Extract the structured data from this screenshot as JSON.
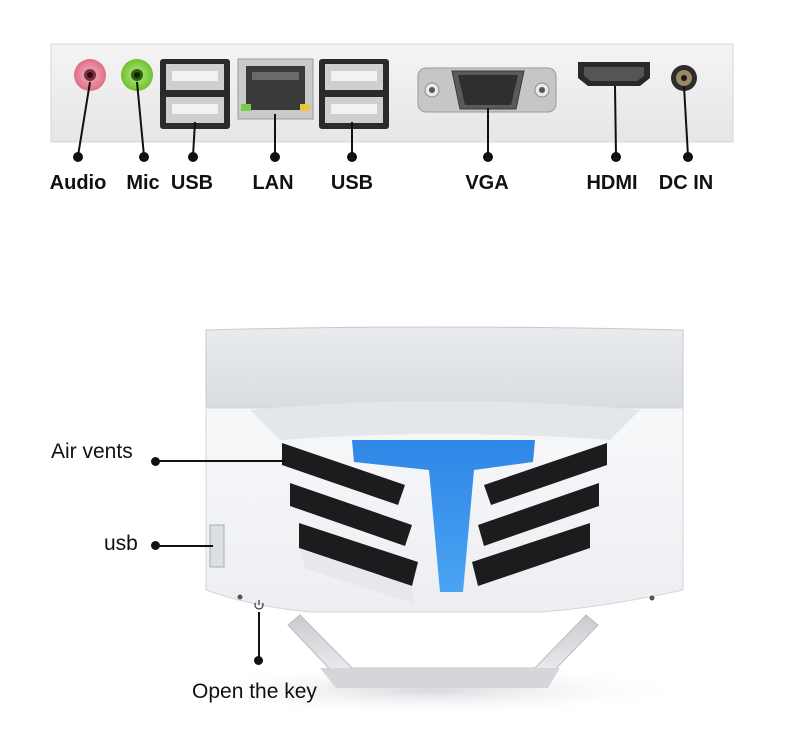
{
  "port_panel": {
    "labels": {
      "audio": "Audio",
      "mic": "Mic",
      "usb_left": "USB",
      "lan": "LAN",
      "usb_right": "USB",
      "vga": "VGA",
      "hdmi": "HDMI",
      "dc_in": "DC IN"
    }
  },
  "front_view": {
    "callouts": {
      "air_vents": "Air vents",
      "usb": "usb",
      "open_key": "Open the key"
    }
  },
  "colors": {
    "accent_blue": "#3a8ee6",
    "audio_pink": "#e87d92",
    "mic_green": "#7ccc3c",
    "case_white": "#f2f3f5",
    "vent_black": "#1c1c1e"
  }
}
